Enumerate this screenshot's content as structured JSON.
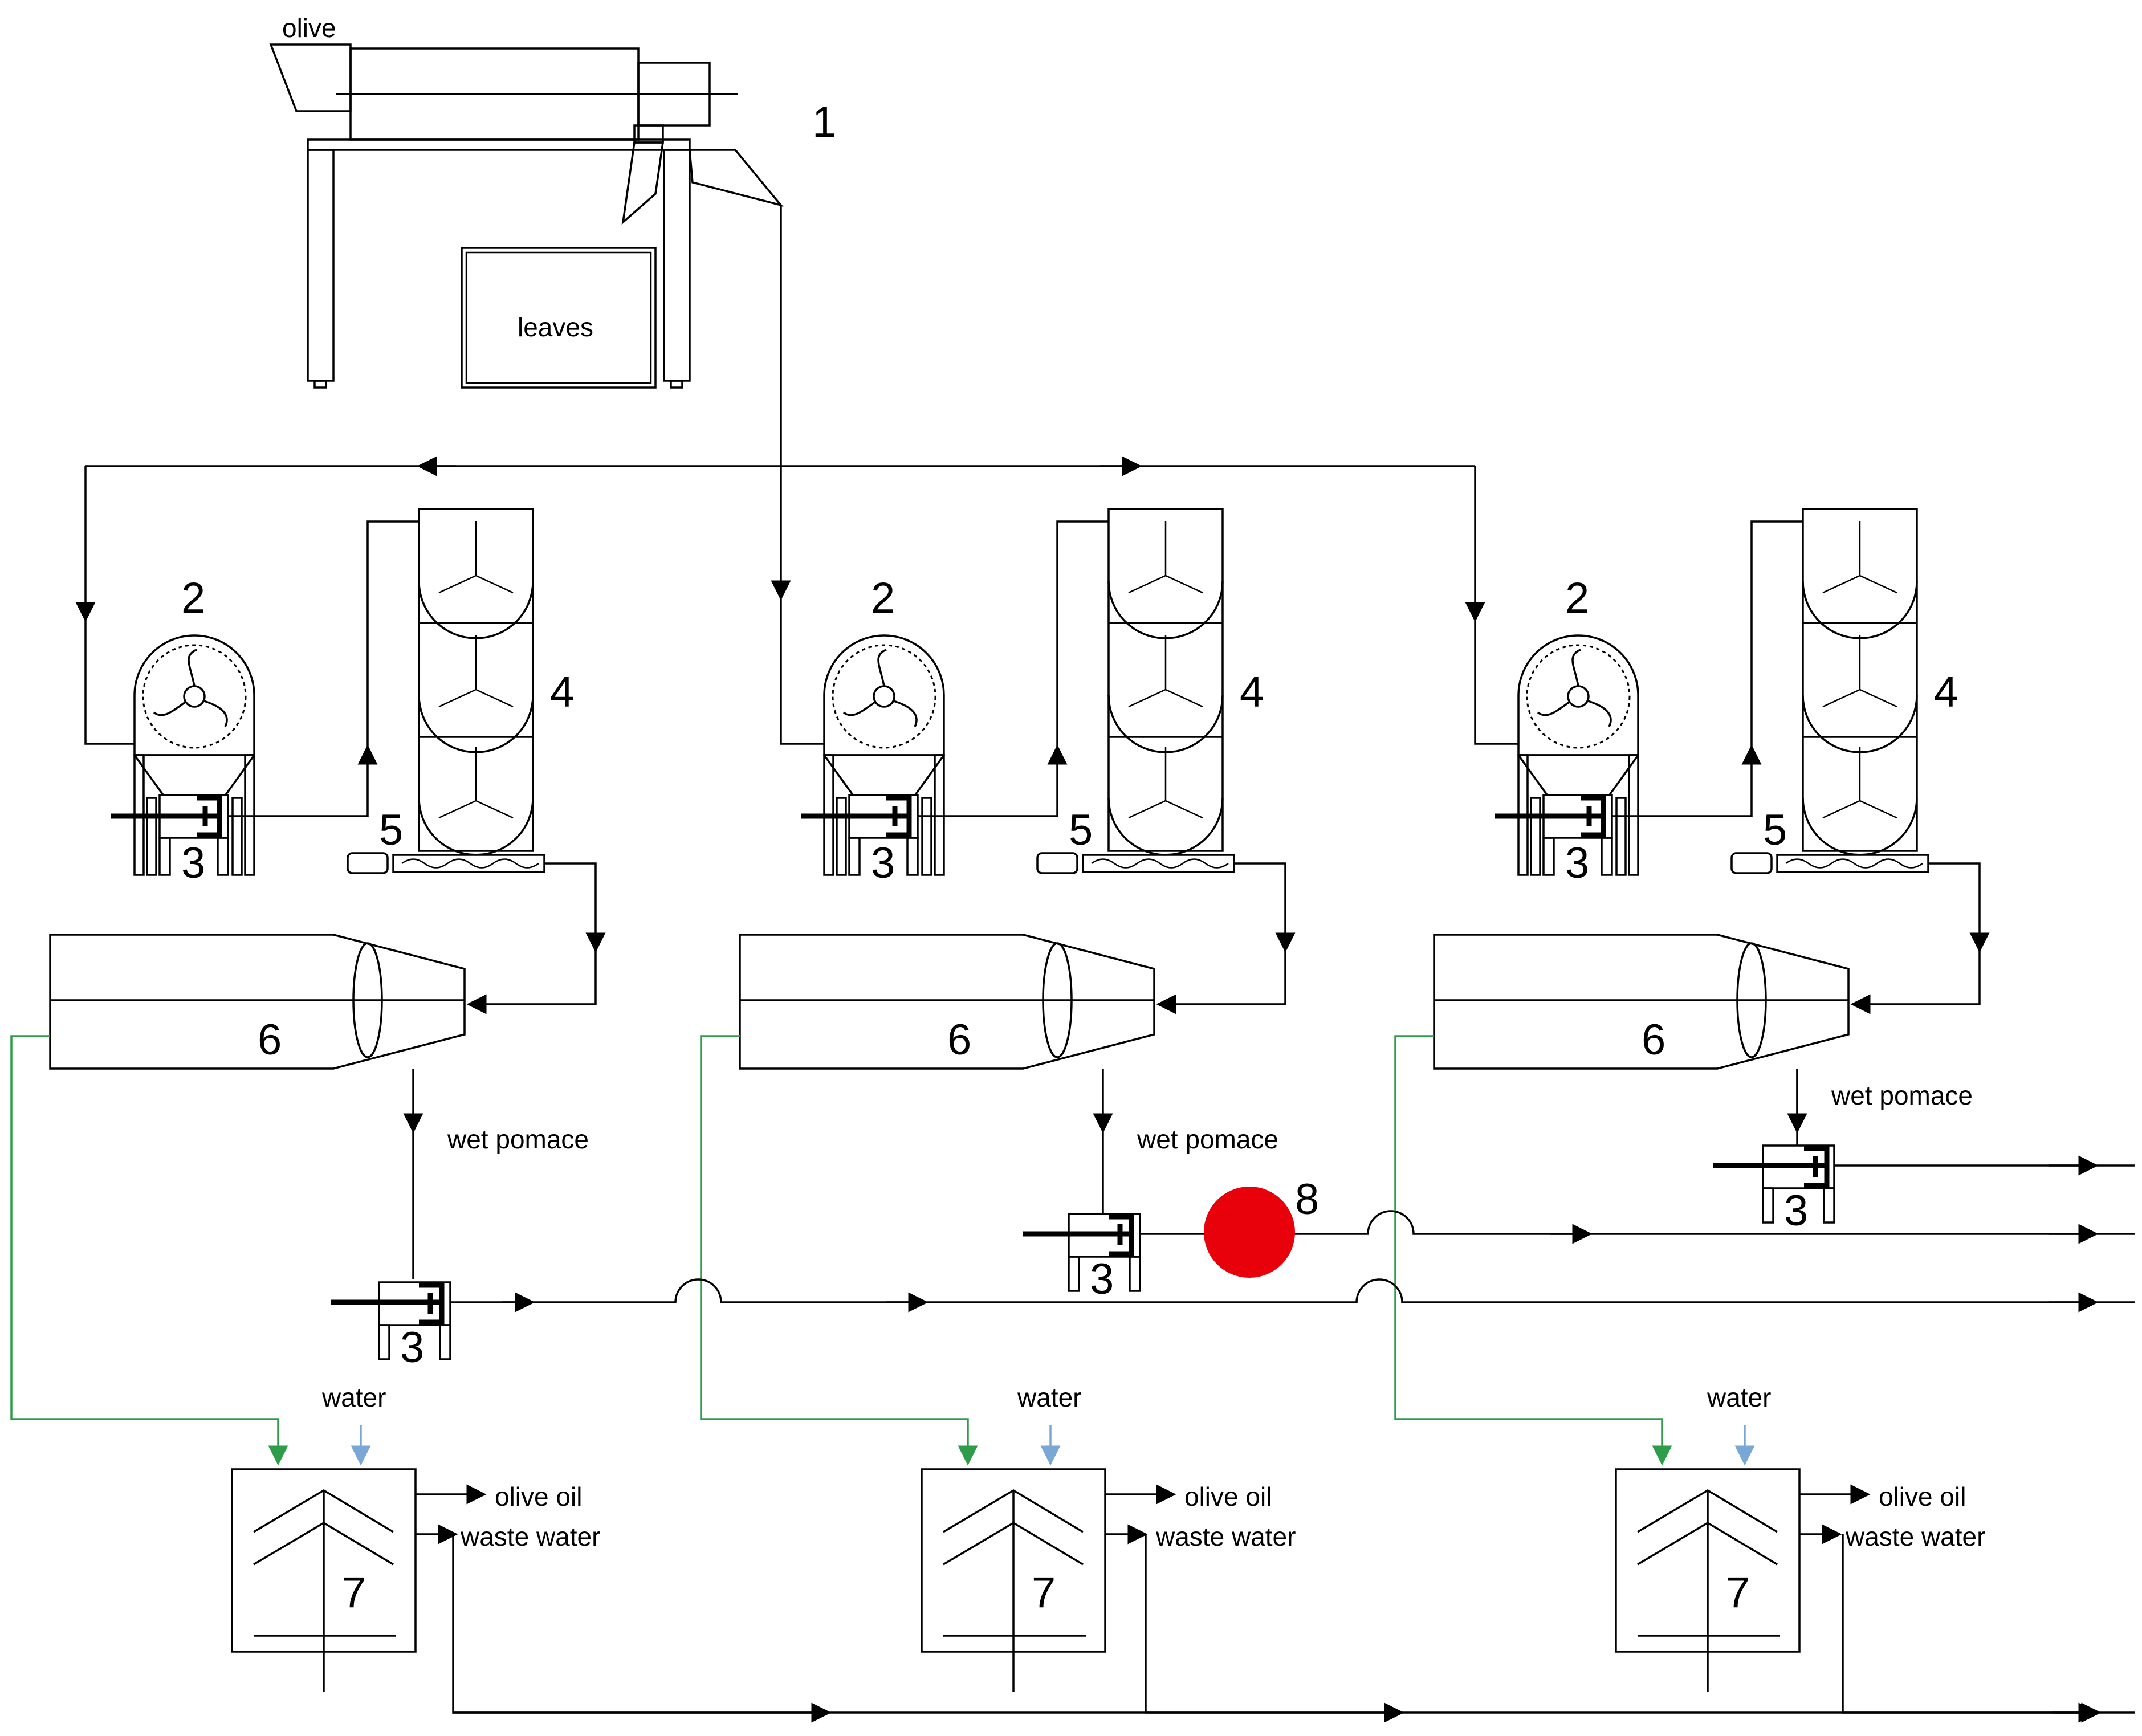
{
  "labels": {
    "olive": "olive",
    "leaves": "leaves",
    "wet_pomace": "wet pomace",
    "water": "water",
    "olive_oil": "olive oil",
    "waste_water": "waste water"
  },
  "units": {
    "u1": "1",
    "u2": "2",
    "u3": "3",
    "u4": "4",
    "u5": "5",
    "u6": "6",
    "u7": "7",
    "u8": "8"
  },
  "colors": {
    "line": "#000000",
    "green_line": "#2e9d4a",
    "water_line": "#7aa8d6",
    "unit8_fill": "#e8000b"
  }
}
